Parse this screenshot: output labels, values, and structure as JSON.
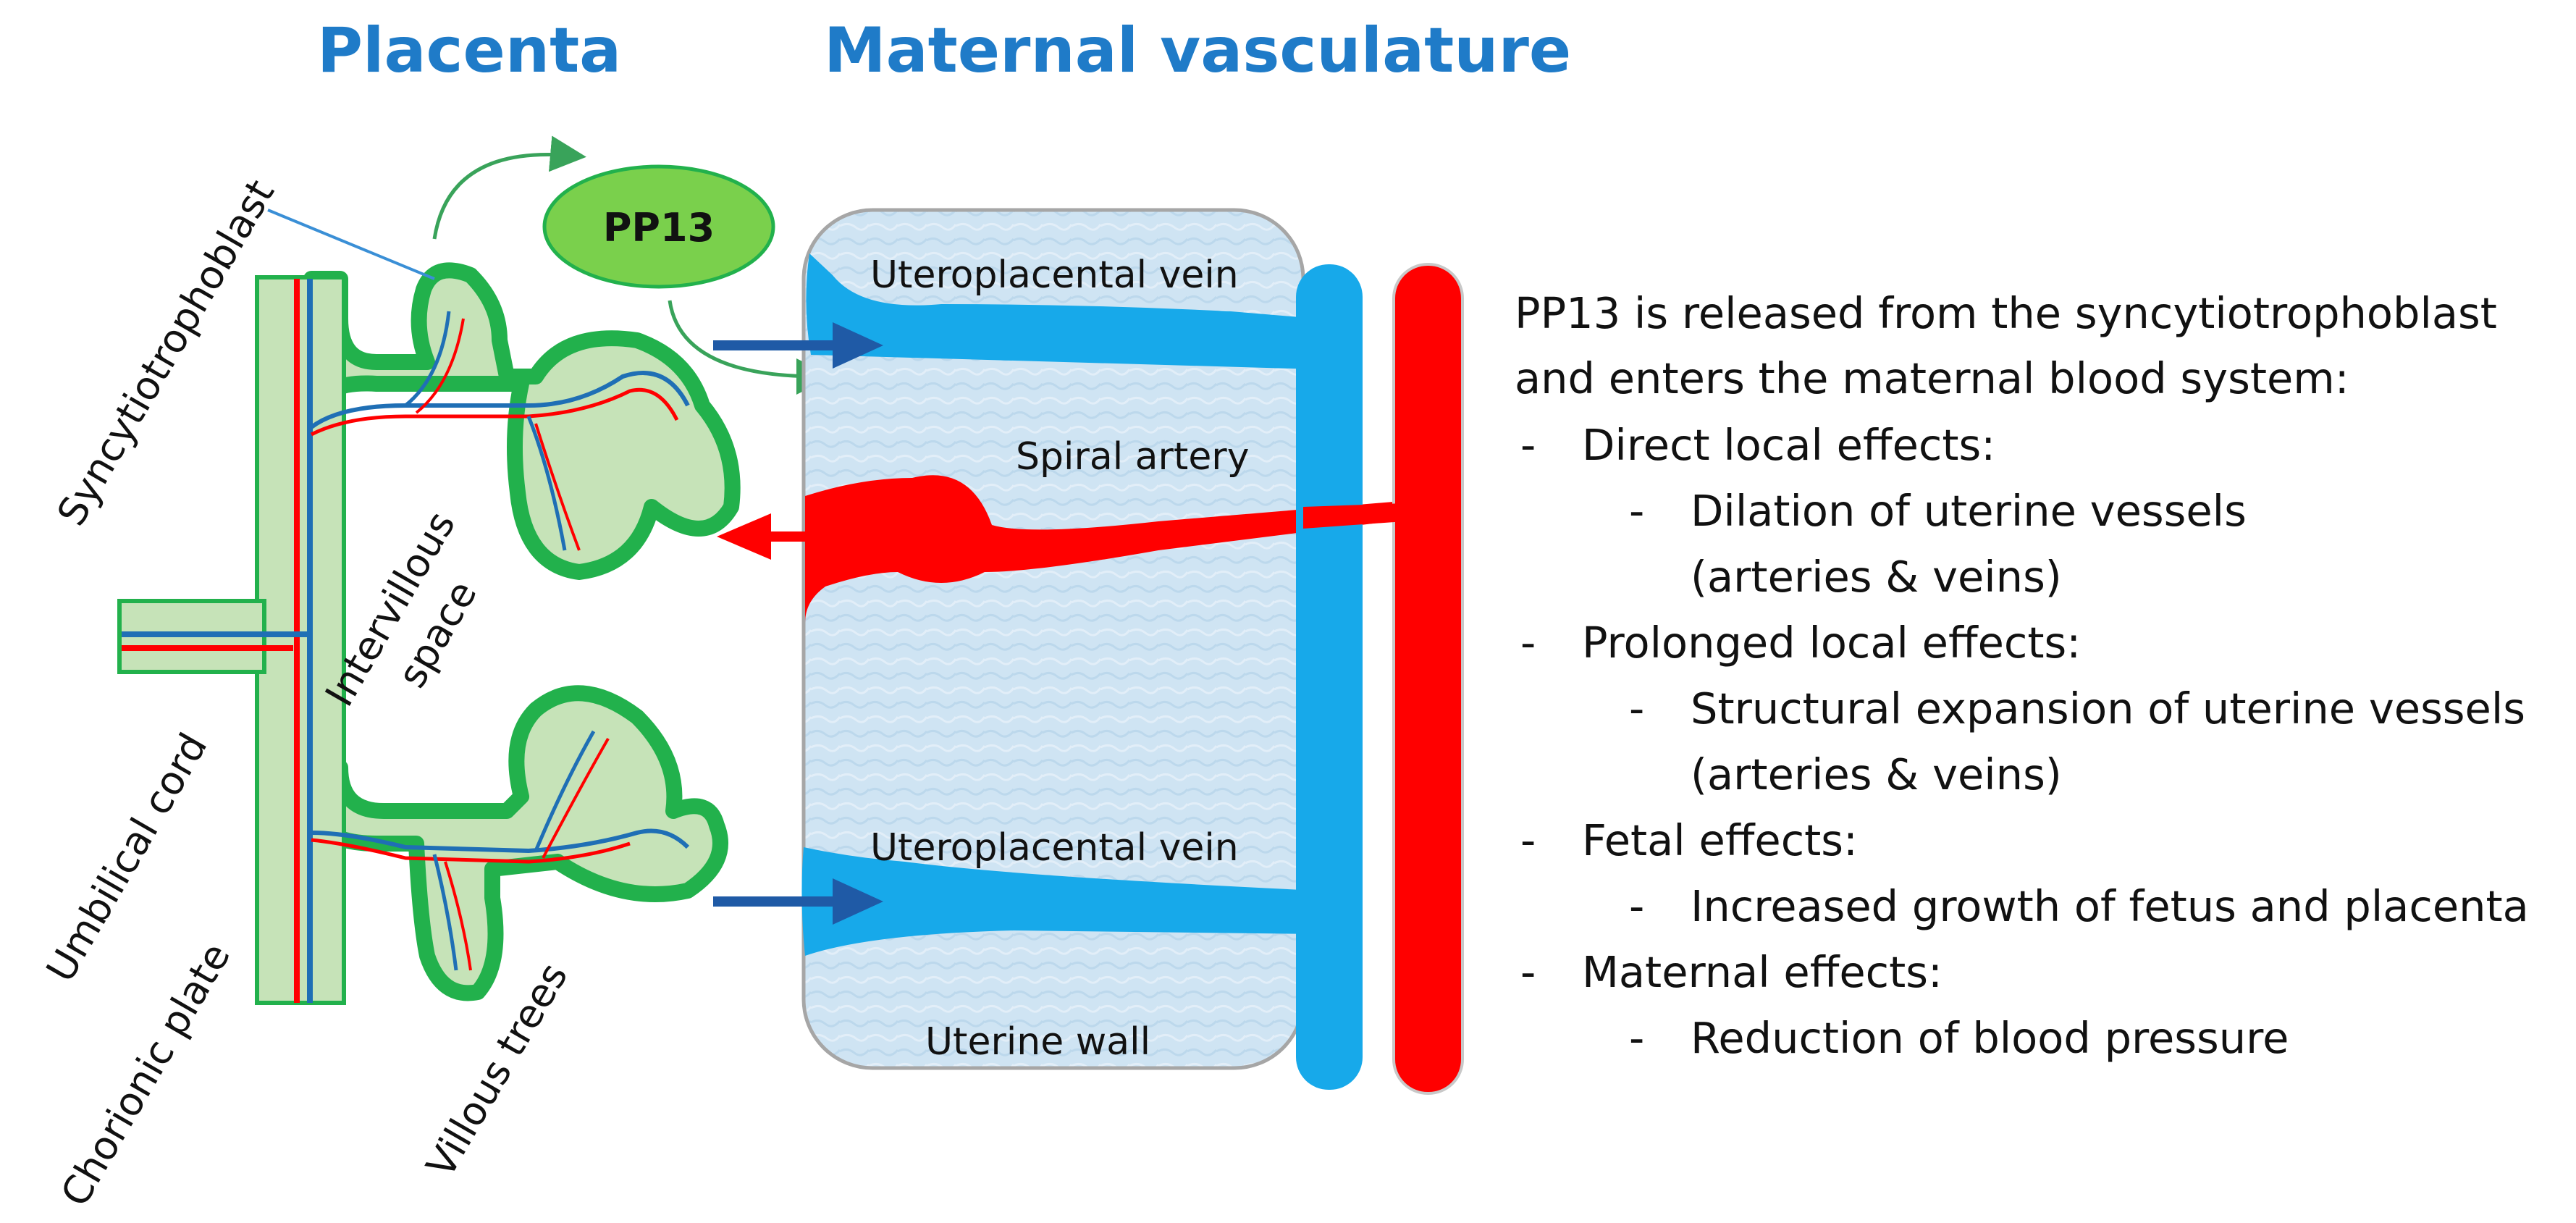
{
  "titles": {
    "left": "Placenta",
    "right": "Maternal vasculature"
  },
  "protein_label": "PP13",
  "labels": {
    "syncytiotrophoblast": "Syncytiotrophoblast",
    "intervillous_line1": "Intervillous",
    "intervillous_line2": "space",
    "umbilical_cord": "Umbilical cord",
    "chorionic_plate": "Chorionic plate",
    "villous_trees": "Villous trees",
    "uteroplacental_vein_top": "Uteroplacental vein",
    "spiral_artery": "Spiral artery",
    "uteroplacental_vein_bottom": "Uteroplacental vein",
    "uterine_wall": "Uterine wall"
  },
  "description": {
    "intro_line1": "PP13 is released from the syncytiotrophoblast",
    "intro_line2": "and enters the maternal blood system:",
    "items": [
      {
        "bullet": "-",
        "text": "Direct local effects:",
        "level": 1
      },
      {
        "bullet": "-",
        "text": "Dilation of uterine vessels",
        "level": 2
      },
      {
        "bullet": "",
        "text": "(arteries & veins)",
        "level": 2
      },
      {
        "bullet": "-",
        "text": "Prolonged local effects:",
        "level": 1
      },
      {
        "bullet": "-",
        "text": "Structural expansion of uterine vessels",
        "level": 2
      },
      {
        "bullet": "",
        "text": "(arteries & veins)",
        "level": 2
      },
      {
        "bullet": "-",
        "text": "Fetal effects:",
        "level": 1
      },
      {
        "bullet": "-",
        "text": "Increased growth of fetus and placenta",
        "level": 2
      },
      {
        "bullet": "-",
        "text": "Maternal effects:",
        "level": 1
      },
      {
        "bullet": "-",
        "text": "Reduction of blood pressure",
        "level": 2
      }
    ]
  },
  "colors": {
    "title_blue": "#1f7bc8",
    "villus_green": "#22b14c",
    "villus_fill": "#c6e3b8",
    "pp13_fill": "#7ad04c",
    "artery_red": "#ff0000",
    "vein_blue": "#17a9ea",
    "arrow_navy": "#1f5aa6",
    "uterine_wall_fill": "#cfe4f3"
  }
}
